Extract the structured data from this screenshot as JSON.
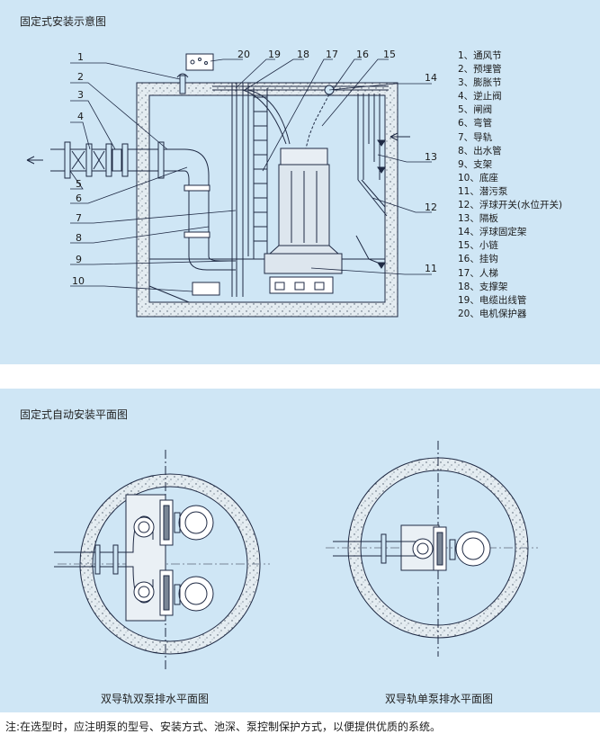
{
  "top_panel": {
    "title": "固定式安装示意图",
    "callouts": [
      "1",
      "2",
      "3",
      "4",
      "5",
      "6",
      "7",
      "8",
      "9",
      "10",
      "11",
      "12",
      "13",
      "14",
      "15",
      "16",
      "17",
      "18",
      "19",
      "20"
    ],
    "legend": [
      "1、通风节",
      "2、预埋管",
      "3、膨胀节",
      "4、逆止阀",
      "5、闸阀",
      "6、弯管",
      "7、导轨",
      "8、出水管",
      "9、支架",
      "10、底座",
      "11、潜污泵",
      "12、浮球开关(水位开关)",
      "13、隔板",
      "14、浮球固定架",
      "15、小链",
      "16、挂钩",
      "17、人梯",
      "18、支撑架",
      "19、电缆出线管",
      "20、电机保护器"
    ]
  },
  "bottom_panel": {
    "title": "固定式自动安装平面图",
    "captions": [
      "双导轨双泵排水平面图",
      "双导轨单泵排水平面图"
    ]
  },
  "note": "注:在选型时，应注明泵的型号、安装方式、池深、泵控制保护方式，以便提供优质的系统。",
  "colors": {
    "panel": "#cfe6f5",
    "line": "#1f2a44",
    "concrete": "#e4ecf1"
  }
}
